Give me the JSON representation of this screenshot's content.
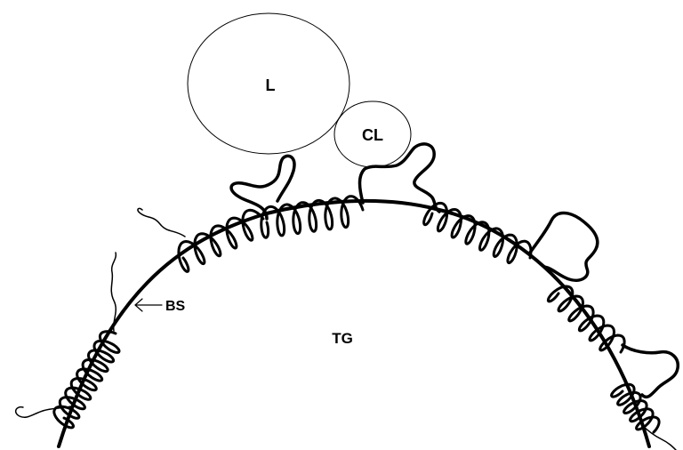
{
  "labels": {
    "large_lobe": "L",
    "small_lobe": "CL",
    "strand": "BS",
    "core": "TG"
  },
  "colors": {
    "ink": "#000000",
    "background": "#ffffff"
  }
}
